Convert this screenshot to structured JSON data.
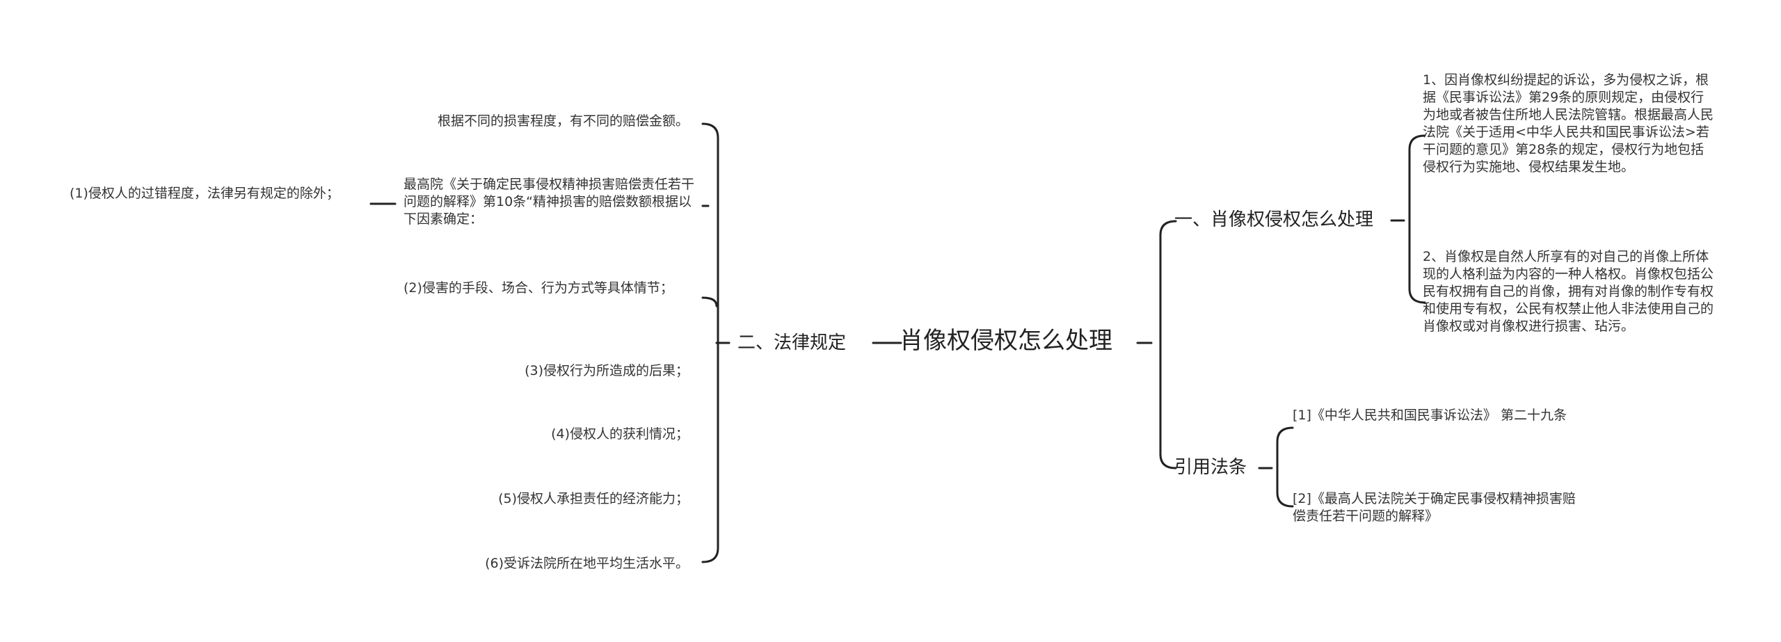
{
  "root": {
    "label": "肖像权侵权怎么处理"
  },
  "left_branch": {
    "label": "二、法律规定",
    "items": [
      "根据不同的损害程度，有不同的赔偿金额。",
      "最高院《关于确定民事侵权精神损害赔偿责任若干问题的解释》第10条“精神损害的赔偿数额根据以下因素确定：",
      "(2)侵害的手段、场合、行为方式等具体情节；",
      "(3)侵权行为所造成的后果；",
      "(4)侵权人的获利情况；",
      "(5)侵权人承担责任的经济能力；",
      "(6)受诉法院所在地平均生活水平。"
    ],
    "sub_item": "(1)侵权人的过错程度，法律另有规定的除外；"
  },
  "right_branch_1": {
    "label": "一、肖像权侵权怎么处理",
    "items": [
      "1、因肖像权纠纷提起的诉讼，多为侵权之诉，根据《民事诉讼法》第29条的原则规定，由侵权行为地或者被告住所地人民法院管辖。根据最高人民法院《关于适用<中华人民共和国民事诉讼法>若干问题的意见》第28条的规定，侵权行为地包括侵权行为实施地、侵权结果发生地。",
      "2、肖像权是自然人所享有的对自己的肖像上所体现的人格利益为内容的一种人格权。肖像权包括公民有权拥有自己的肖像，拥有对肖像的制作专有权和使用专有权，公民有权禁止他人非法使用自己的肖像权或对肖像权进行损害、玷污。"
    ]
  },
  "right_branch_2": {
    "label": "引用法条",
    "items": [
      "[1]《中华人民共和国民事诉讼法》 第二十九条",
      "[2]《最高人民法院关于确定民事侵权精神损害赔偿责任若干问题的解释》"
    ]
  }
}
